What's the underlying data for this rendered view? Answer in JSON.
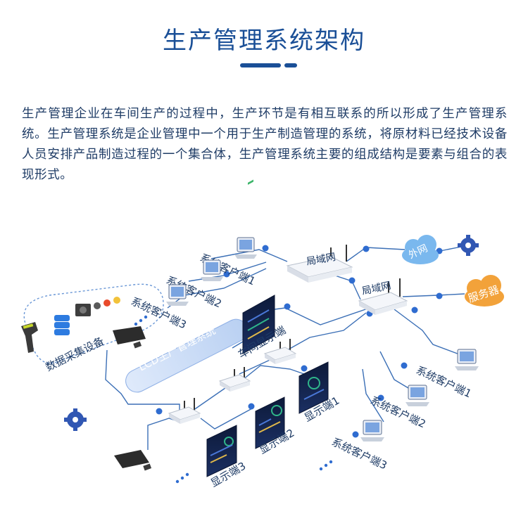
{
  "header": {
    "title": "生产管理系统架构"
  },
  "intro": {
    "text": "生产管理企业在车间生产的过程中，生产环节是有相互联系的所以形成了生产管理系统。生产管理系统是企业管理中一个用于生产制造管理的系统，将原材料已经技术设备人员安排产品制造过程的一个集合体，生产管理系统主要的组成结构是要素与组合的表现形式。"
  },
  "diagram": {
    "lcd_system": "LCD生产管理系统",
    "data_collection": "数据采集设备",
    "workshop_display": "车间显示端",
    "lan_top": "局域网",
    "lan_mid": "局域网",
    "internet": "外网",
    "server": "服务器",
    "left_clients": [
      "系统客户端1",
      "系统客户端2",
      "系统客户端3"
    ],
    "right_clients": [
      "系统客户端1",
      "系统客户端2",
      "系统客户端3"
    ],
    "displays": [
      "显示端1",
      "显示端2",
      "显示端3"
    ]
  },
  "colors": {
    "primary": "#1a4f97",
    "line": "#3b6fb6",
    "node": "#2f6cd0",
    "cloud": "#7ab8ee",
    "server_cloud": "#f2a23a",
    "pill": "#c9dcf7"
  }
}
